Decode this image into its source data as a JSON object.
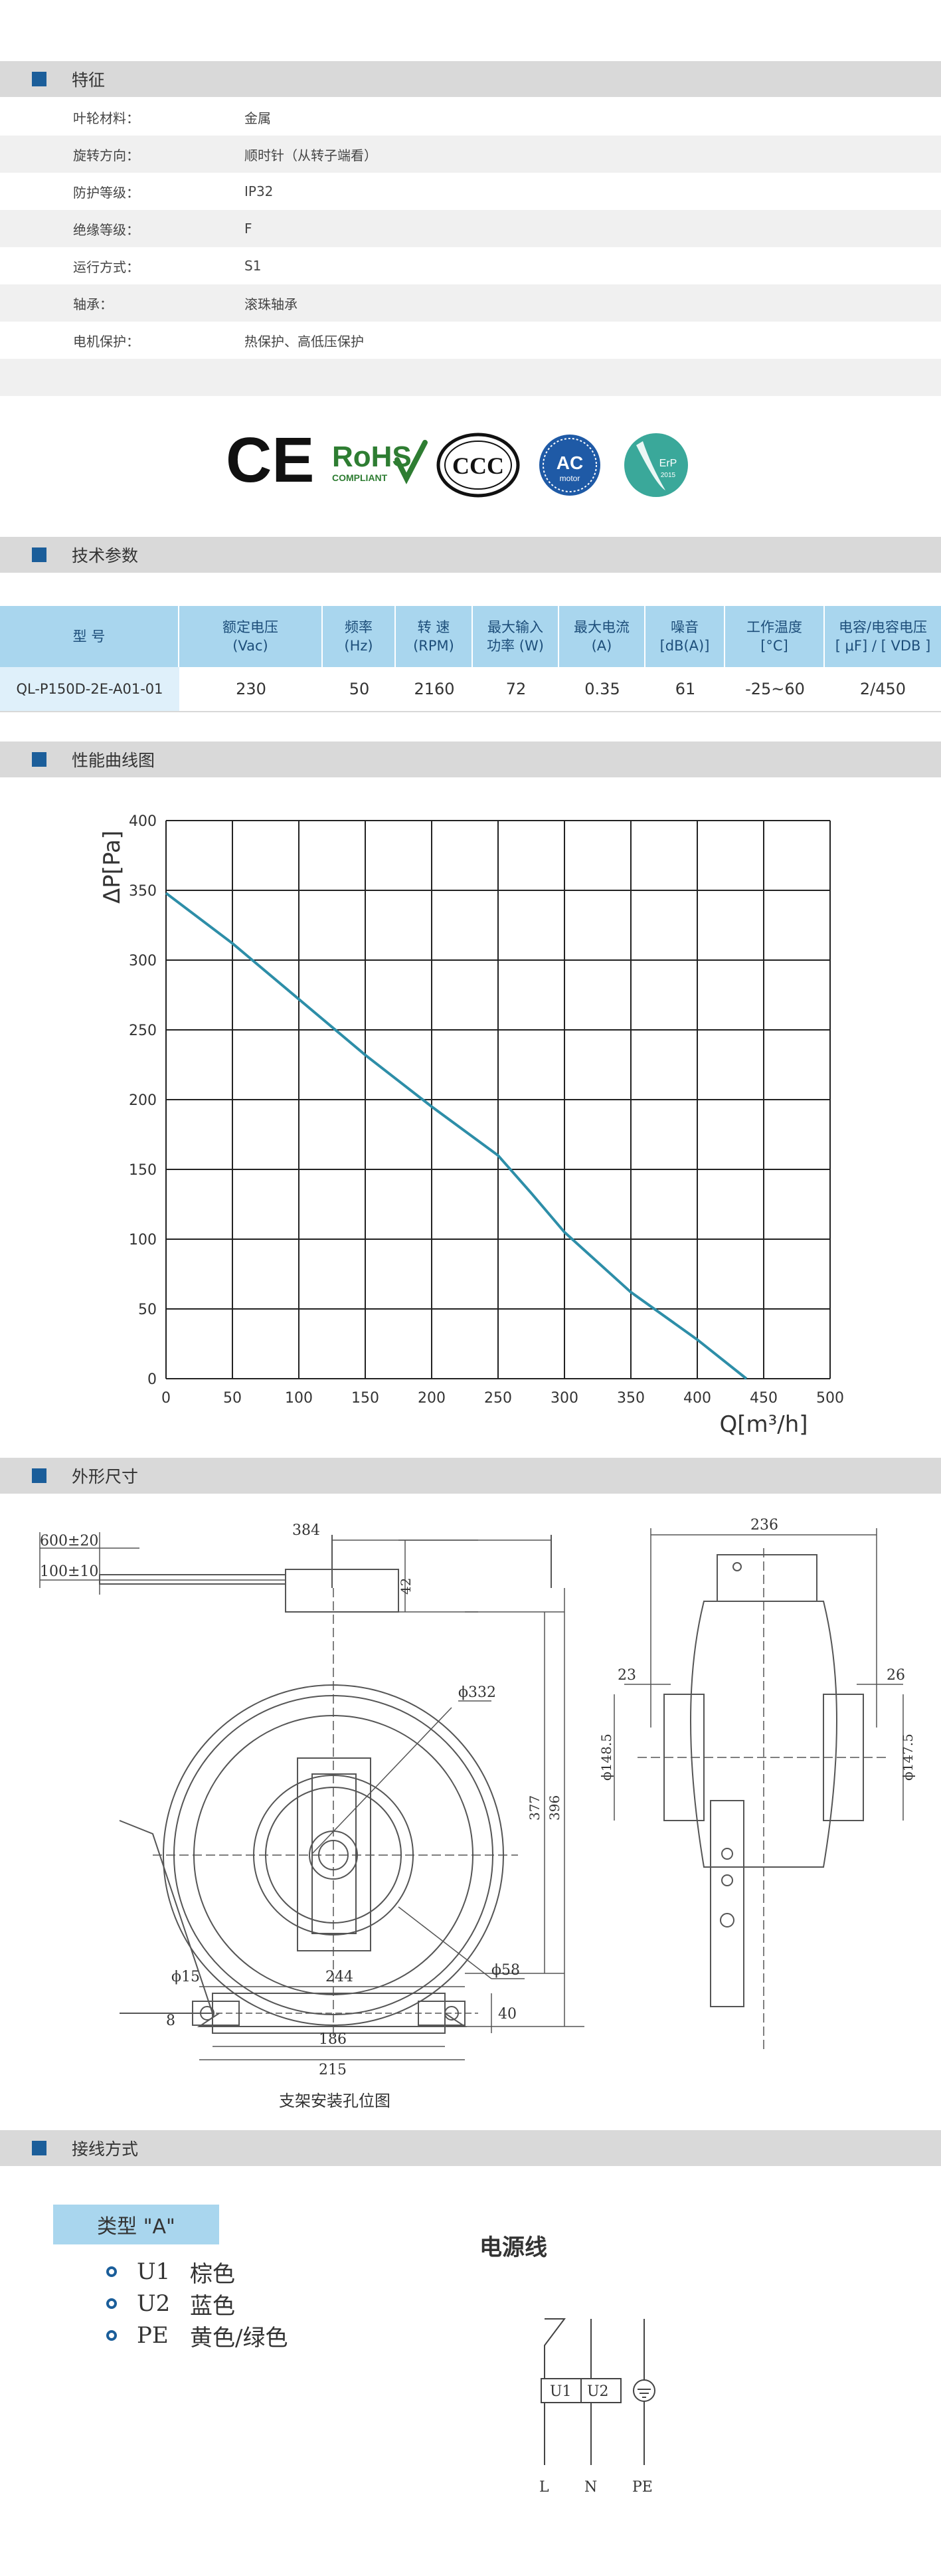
{
  "sections": {
    "features": "特征",
    "specs": "技术参数",
    "curve": "性能曲线图",
    "dimensions": "外形尺寸",
    "wiring": "接线方式"
  },
  "features": [
    {
      "key": "叶轮材料：",
      "value": "金属"
    },
    {
      "key": "旋转方向：",
      "value": "顺时针（从转子端看）"
    },
    {
      "key": "防护等级：",
      "value": "IP32"
    },
    {
      "key": "绝缘等级：",
      "value": "F"
    },
    {
      "key": "运行方式：",
      "value": "S1"
    },
    {
      "key": "轴承：",
      "value": "滚珠轴承"
    },
    {
      "key": "电机保护：",
      "value": "热保护、高低压保护"
    }
  ],
  "certs": {
    "ce": "CE",
    "rohs": "RoHS",
    "rohs_sub": "COMPLIANT",
    "ccc": "CCC",
    "ac": "AC",
    "ac_sub": "motor",
    "erp": "ErP",
    "erp_year": "2015"
  },
  "spec_table": {
    "headers": [
      "型 号",
      "额定电压\n(Vac)",
      "频率\n(Hz)",
      "转 速\n(RPM)",
      "最大输入\n功率 (W)",
      "最大电流\n(A)",
      "噪音\n[dB(A)]",
      "工作温度\n[°C]",
      "电容/电容电压\n[ μF] / [ VDB ]"
    ],
    "row": [
      "QL-P150D-2E-A01-01",
      "230",
      "50",
      "2160",
      "72",
      "0.35",
      "61",
      "-25~60",
      "2/450"
    ]
  },
  "chart_data": {
    "type": "line",
    "xlabel": "Q[m³/h]",
    "ylabel": "ΔP[Pa]",
    "xlim": [
      0,
      500
    ],
    "ylim": [
      0,
      400
    ],
    "x_ticks": [
      "0",
      "50",
      "100",
      "150",
      "200",
      "250",
      "300",
      "350",
      "400",
      "450",
      "500"
    ],
    "y_ticks": [
      "0",
      "50",
      "100",
      "150",
      "200",
      "250",
      "300",
      "350",
      "400"
    ],
    "grid": true,
    "series": [
      {
        "color": "#2d8ea8",
        "x": [
          0,
          50,
          100,
          150,
          200,
          250,
          275,
          300,
          350,
          400,
          437
        ],
        "y": [
          348,
          312,
          272,
          232,
          195,
          160,
          133,
          105,
          62,
          28,
          0
        ]
      }
    ]
  },
  "dimensions": {
    "front": {
      "d384": "384",
      "d600": "600±20",
      "d100": "100±10",
      "d42": "42",
      "d332": "ϕ332",
      "d377": "377",
      "d396": "396",
      "d58": "ϕ58"
    },
    "side": {
      "d236": "236",
      "d23": "23",
      "d26": "26",
      "d148": "ϕ148.5",
      "d147": "ϕ147.5"
    },
    "bracket": {
      "d15": "ϕ15",
      "d244": "244",
      "d40": "40",
      "d8": "8",
      "d186": "186",
      "d215": "215",
      "caption": "支架安装孔位图"
    }
  },
  "wiring": {
    "type_label": "类型 \"A\"",
    "items": [
      {
        "code": "U1",
        "color": "棕色"
      },
      {
        "code": "U2",
        "color": "蓝色"
      },
      {
        "code": "PE",
        "color": "黄色/绿色"
      }
    ],
    "power_title": "电源线",
    "terminals": [
      "U1",
      "U2"
    ],
    "leads": [
      "L",
      "N",
      "PE"
    ]
  },
  "colors": {
    "section_bar": "#d9d9d9",
    "section_square": "#1b5e9a",
    "table_header": "#a9d6ee",
    "curve": "#2d8ea8"
  }
}
